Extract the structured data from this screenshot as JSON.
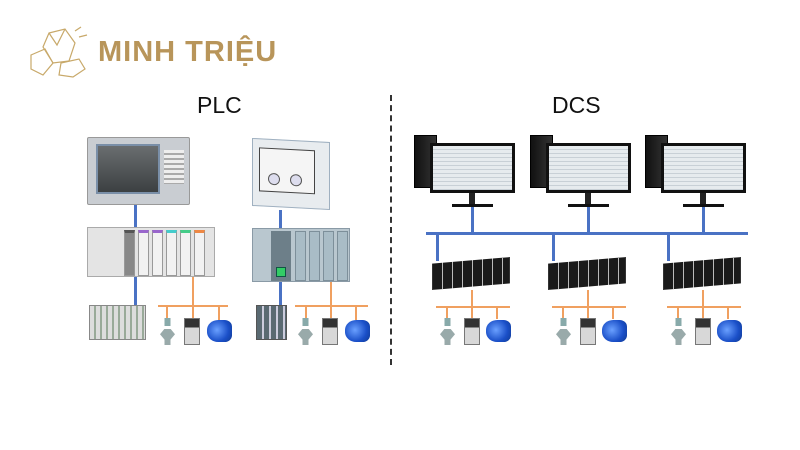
{
  "brand": {
    "name": "MINH TRIỆU",
    "logo_icon": "crystal-gem-icon",
    "color": "#b8955a"
  },
  "titles": {
    "left": "PLC",
    "right": "DCS"
  },
  "colors": {
    "control_network": "#4a72c4",
    "field_bus": "#f0a060"
  }
}
